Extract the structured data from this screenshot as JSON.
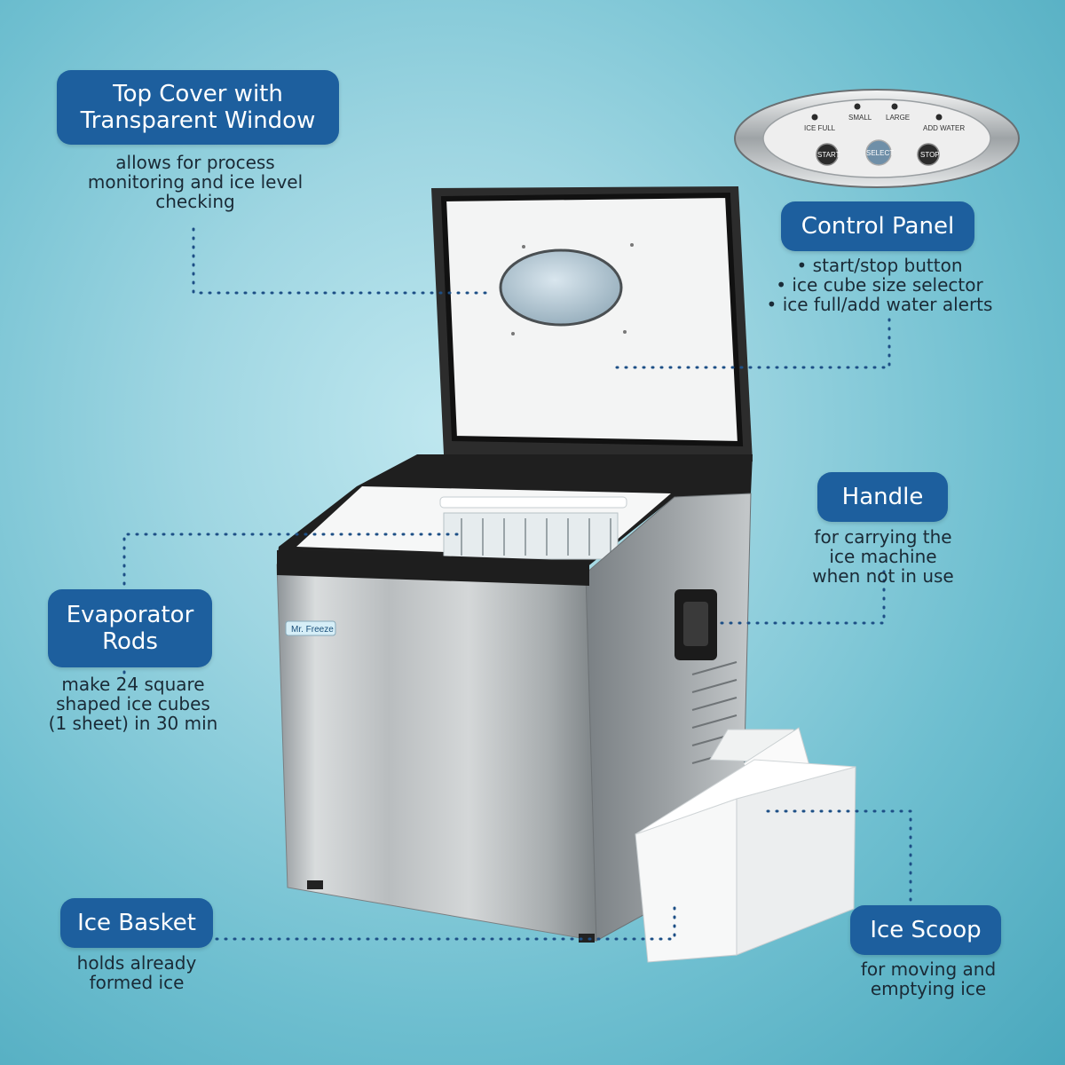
{
  "colors": {
    "pill": "#1d5f9e",
    "connector": "#1d4f86"
  },
  "callouts": {
    "top_cover": {
      "title_lines": [
        "Top Cover with",
        "Transparent Window"
      ],
      "desc_lines": [
        "allows for process",
        "monitoring and ice level",
        "checking"
      ]
    },
    "control_panel": {
      "title": "Control Panel",
      "desc_lines": [
        "• start/stop button",
        "• ice cube size selector",
        "• ice full/add water alerts"
      ]
    },
    "handle": {
      "title": "Handle",
      "desc_lines": [
        "for carrying the",
        "ice machine",
        "when not in use"
      ]
    },
    "evaporator": {
      "title_lines": [
        "Evaporator",
        "Rods"
      ],
      "desc_lines": [
        "make 24 square",
        "shaped ice cubes",
        "(1 sheet) in 30 min"
      ]
    },
    "ice_basket": {
      "title": "Ice Basket",
      "desc_lines": [
        "holds already",
        "formed ice"
      ]
    },
    "ice_scoop": {
      "title": "Ice Scoop",
      "desc_lines": [
        "for moving and",
        "emptying ice"
      ]
    }
  },
  "panel": {
    "indicators": [
      "ICE FULL",
      "SMALL",
      "LARGE",
      "ADD WATER"
    ],
    "buttons": [
      "START",
      "SELECT",
      "STOP"
    ]
  },
  "brand": "Mr. Freeze"
}
